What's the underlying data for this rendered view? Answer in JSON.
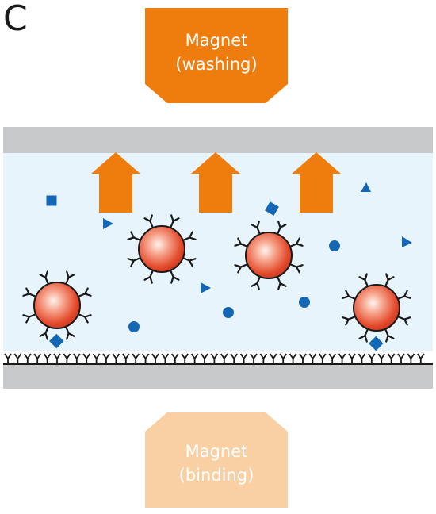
{
  "panel_label": "C",
  "magnets": {
    "top": {
      "line1": "Magnet",
      "line2": "(washing)",
      "color": "#ee7d0e",
      "text_color": "#ffffff"
    },
    "bottom": {
      "line1": "Magnet",
      "line2": "(binding)",
      "color": "#f9cfa4",
      "text_color": "#ffffff"
    }
  },
  "colors": {
    "chamber_wall": "#c8c9cb",
    "fluid": "#e7f4fb",
    "arrow": "#ee7d0e",
    "analyte": "#1467b4",
    "bead_core": "#e8442a",
    "antibody": "#1a1a1a"
  },
  "icons": {
    "arrows": "up-arrow-icon",
    "beads": "magnetic-bead-icon",
    "analytes": "analyte-molecule-icon",
    "surface": "capture-antibody-surface-icon"
  }
}
